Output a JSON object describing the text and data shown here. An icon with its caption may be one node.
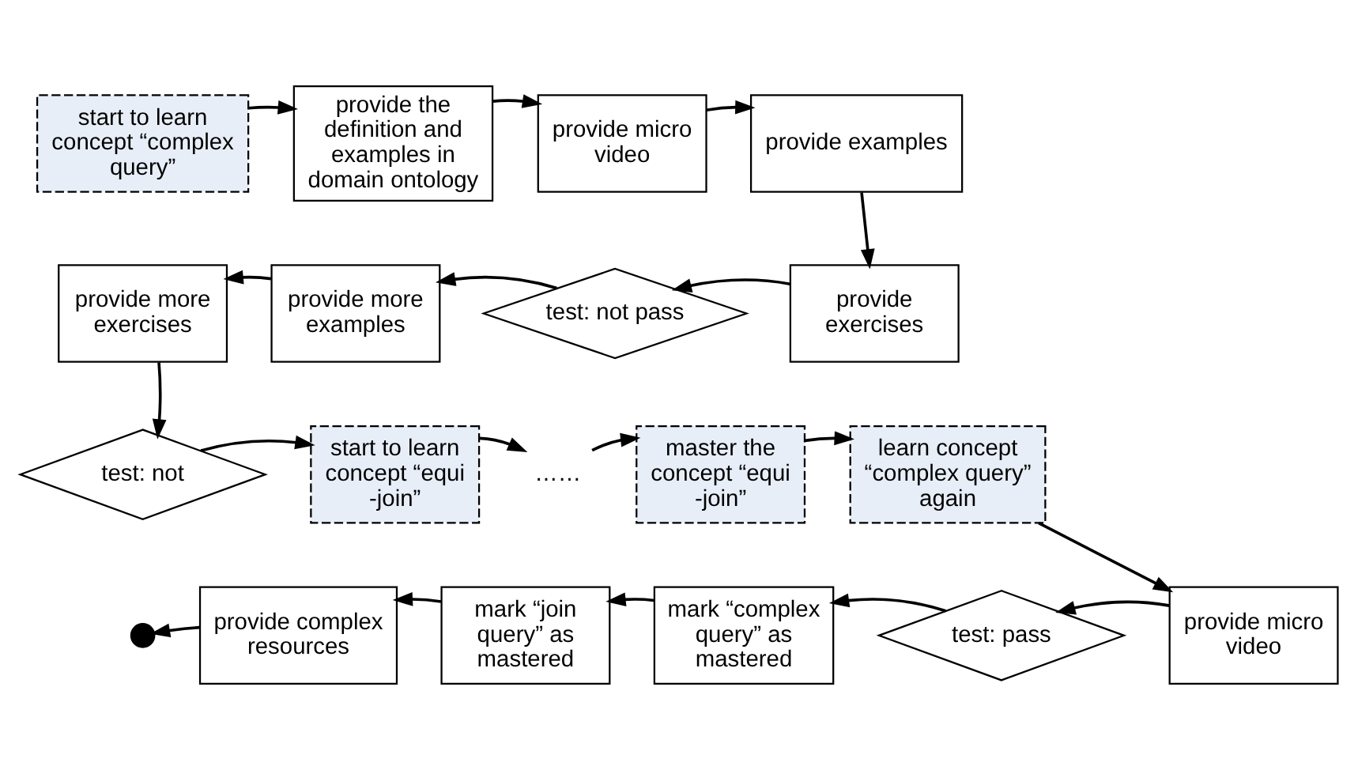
{
  "diagram": {
    "nodes": [
      {
        "text": [
          "start to learn concept “complex query”"
        ]
      },
      {
        "text": [
          "provide the definition and examples in domain ontology"
        ]
      },
      {
        "text": [
          "provide micro video"
        ]
      },
      {
        "text": [
          "provide examples"
        ]
      },
      {
        "text": [
          "provide exercises"
        ]
      },
      {
        "text": [
          "test: not pass"
        ]
      },
      {
        "text": [
          "provide more examples"
        ]
      },
      {
        "text": [
          "provide more exercises"
        ]
      },
      {
        "text": [
          "test: not"
        ]
      },
      {
        "text": [
          "start to learn concept “equi -join”"
        ]
      },
      {
        "text": [
          "……"
        ]
      },
      {
        "text": [
          "master the concept “equi -join”"
        ]
      },
      {
        "text": [
          "learn concept “complex query” again"
        ]
      },
      {
        "text": [
          "provide micro video"
        ]
      },
      {
        "text": [
          "test: pass"
        ]
      },
      {
        "text": [
          "mark “complex query” as mastered"
        ]
      },
      {
        "text": [
          "mark “join query” as mastered"
        ]
      },
      {
        "text": [
          "provide complex resources"
        ]
      },
      {
        "text": [],
        "shape": "circle"
      }
    ],
    "edges": [
      {
        "from": 0,
        "to": 1,
        "arrow": "to"
      },
      {
        "from": 1,
        "to": 2,
        "arrow": "to"
      },
      {
        "from": 2,
        "to": 3,
        "arrow": "to"
      },
      {
        "from": 3,
        "to": 4,
        "arrow": "to"
      },
      {
        "from": 4,
        "to": 5,
        "arrow": "to"
      },
      {
        "from": 5,
        "to": 6,
        "arrow": "to"
      },
      {
        "from": 6,
        "to": 7,
        "arrow": "to"
      },
      {
        "from": 7,
        "to": 8,
        "arrow": "to"
      },
      {
        "from": 8,
        "to": 9,
        "arrow": "to"
      },
      {
        "from": 9,
        "to": 10,
        "arrow": "to"
      },
      {
        "from": 10,
        "to": 11,
        "arrow": "to"
      },
      {
        "from": 11,
        "to": 12,
        "arrow": "to"
      },
      {
        "from": 12,
        "to": 13,
        "arrow": "to"
      },
      {
        "from": 13,
        "to": 14,
        "arrow": "to"
      },
      {
        "from": 14,
        "to": 15,
        "arrow": "to"
      },
      {
        "from": 15,
        "to": 16,
        "arrow": "to"
      },
      {
        "from": 16,
        "to": 17,
        "arrow": "to"
      },
      {
        "from": 17,
        "to": 18,
        "arrow": "to"
      }
    ]
  }
}
